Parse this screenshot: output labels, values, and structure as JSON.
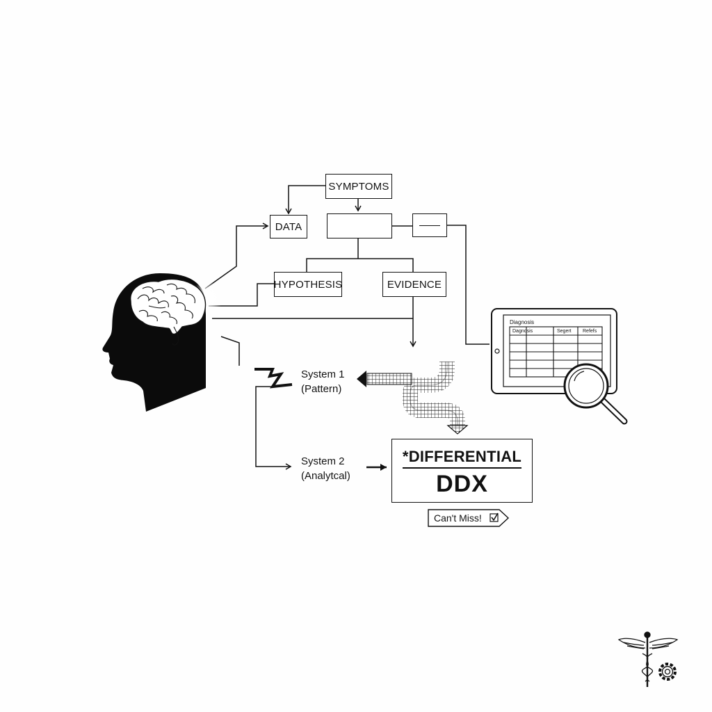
{
  "diagram": {
    "boxes": {
      "symptoms": "SYMPTOMS",
      "data": "DATA",
      "hypothesis": "HYPOTHESIS",
      "evidence": "EVIDENCE"
    },
    "system1": {
      "line1": "System 1",
      "line2": "(Pattern)"
    },
    "system2": {
      "line1": "System 2",
      "line2": "(Analytcal)"
    },
    "result": {
      "title": "*DIFFERENTIAL",
      "subtitle": "DDX"
    },
    "callout": "Can't Miss!",
    "tablet": {
      "title": "Diagnosis",
      "columns": [
        "Dagnosis",
        "Segert",
        "Refefs"
      ]
    },
    "icons": [
      "head-brain-icon",
      "lightning-icon",
      "magnifier-icon",
      "caduceus-icon",
      "gear-icon",
      "checkbox-icon"
    ]
  }
}
